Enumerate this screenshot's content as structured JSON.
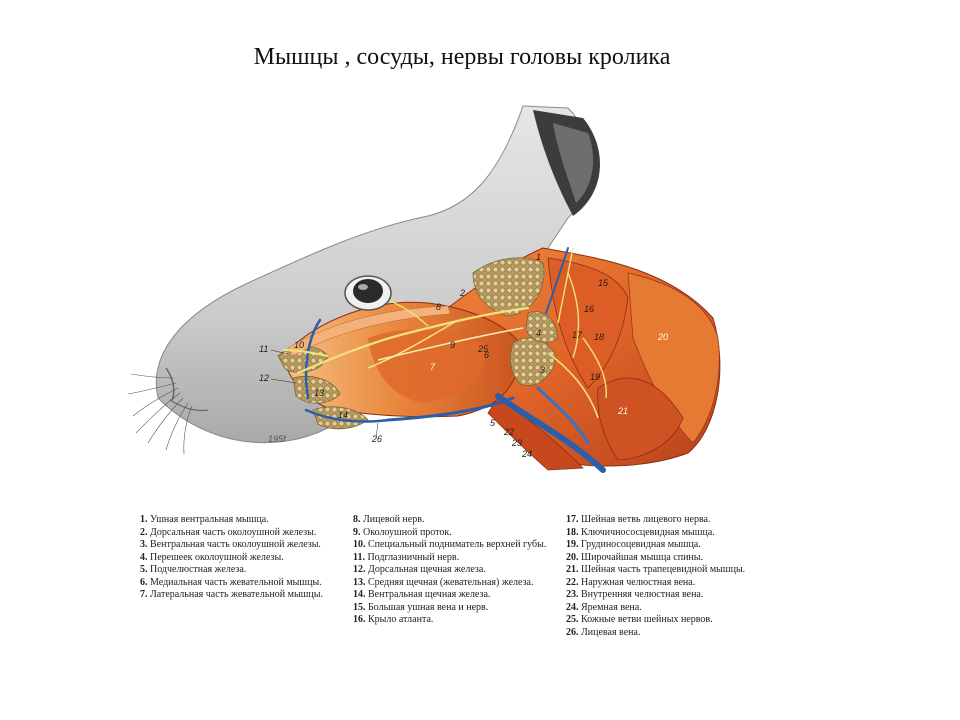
{
  "title": "Мышцы , сосуды, нервы головы кролика",
  "illustration": {
    "signature": "195f",
    "callouts": [
      "1",
      "2",
      "3",
      "4",
      "5",
      "6",
      "7",
      "8",
      "9",
      "10",
      "11",
      "12",
      "13",
      "14",
      "15",
      "16",
      "17",
      "18",
      "19",
      "20",
      "21",
      "22",
      "23",
      "24",
      "25",
      "26"
    ]
  },
  "legend": {
    "col1": [
      {
        "num": "1.",
        "text": "Ушная вентральная мышца."
      },
      {
        "num": "2.",
        "text": "Дорсальная часть околоушной железы."
      },
      {
        "num": "3.",
        "text": "Вентральная часть околоушной железы."
      },
      {
        "num": "4.",
        "text": "Перешеек околоушной железы."
      },
      {
        "num": "5.",
        "text": "Подчелюстная железа."
      },
      {
        "num": "6.",
        "text": "Медиальная часть жевательной мышцы."
      },
      {
        "num": "7.",
        "text": "Латеральная часть жевательной мышцы."
      }
    ],
    "col2": [
      {
        "num": "8.",
        "text": "Лицевой нерв."
      },
      {
        "num": "9.",
        "text": "Околоушной проток."
      },
      {
        "num": "10.",
        "text": "Специальный подниматель верхней губы."
      },
      {
        "num": "11.",
        "text": "Подглазничный нерв."
      },
      {
        "num": "12.",
        "text": "Дорсальная щечная железа."
      },
      {
        "num": "13.",
        "text": "Средняя щечная (жевательная) железа."
      },
      {
        "num": "14.",
        "text": "Вентральная щечная железа."
      },
      {
        "num": "15.",
        "text": "Большая ушная вена и нерв."
      },
      {
        "num": "16.",
        "text": "Крыло атланта."
      }
    ],
    "col3": [
      {
        "num": "17.",
        "text": "Шейная ветвь лицевого нерва."
      },
      {
        "num": "18.",
        "text": "Ключичнососцевидная мышца."
      },
      {
        "num": "19.",
        "text": "Грудиносоцевидная мышца."
      },
      {
        "num": "20.",
        "text": "Широчайшая мышца спины."
      },
      {
        "num": "21.",
        "text": "Шейная часть трапецевидной мышцы."
      },
      {
        "num": "22.",
        "text": "Наружная челюстная вена."
      },
      {
        "num": "23.",
        "text": "Внутренняя челюстная вена."
      },
      {
        "num": "24.",
        "text": "Яремная вена."
      },
      {
        "num": "25.",
        "text": "Кожные ветви шейных нервов."
      },
      {
        "num": "26.",
        "text": "Лицевая вена."
      }
    ]
  },
  "colors": {
    "skin": "#cfcfcf",
    "skin_dark": "#8a8a8a",
    "muscle": "#e0652a",
    "muscle_dark": "#b8421c",
    "gland": "#c9b07a",
    "nerve": "#f2e27a",
    "vein": "#2b5fa8"
  }
}
